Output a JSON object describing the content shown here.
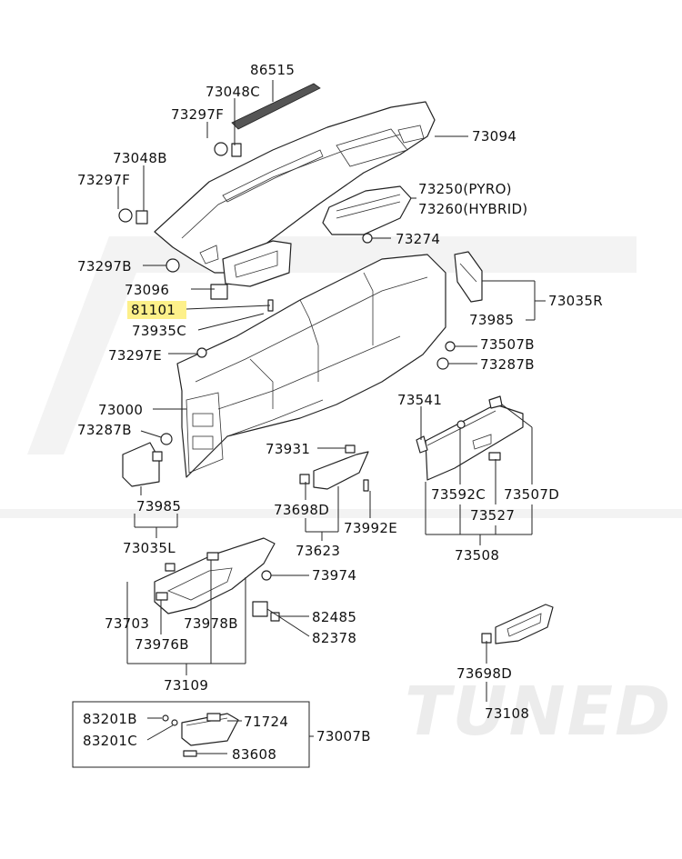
{
  "watermark": {
    "text": "TUNED"
  },
  "colors": {
    "highlight": "#fdf08a",
    "line": "#222222",
    "watermark": "#ececec"
  },
  "labels": {
    "p86515": "86515",
    "p73048C": "73048C",
    "p73297F_top": "73297F",
    "p73094": "73094",
    "p73048B": "73048B",
    "p73297F_left": "73297F",
    "p73250": "73250(PYRO)",
    "p73260": "73260(HYBRID)",
    "p73274": "73274",
    "p73297B": "73297B",
    "p73096": "73096",
    "p81101": "81101",
    "p73935C": "73935C",
    "p73035R": "73035R",
    "p73985_right": "73985",
    "p73507B": "73507B",
    "p73297E": "73297E",
    "p73287B_right": "73287B",
    "p73000": "73000",
    "p73541": "73541",
    "p73287B_left": "73287B",
    "p73931": "73931",
    "p73592C": "73592C",
    "p73507D": "73507D",
    "p73698D_mid": "73698D",
    "p73992E": "73992E",
    "p73527": "73527",
    "p73985_left": "73985",
    "p73623": "73623",
    "p73508": "73508",
    "p73035L": "73035L",
    "p73974": "73974",
    "p82485": "82485",
    "p73703": "73703",
    "p73978B": "73978B",
    "p82378": "82378",
    "p73976B": "73976B",
    "p73698D_right": "73698D",
    "p73109": "73109",
    "p73108": "73108",
    "p83201B": "83201B",
    "p71724": "71724",
    "p73007B": "73007B",
    "p83201C": "83201C",
    "p83608": "83608"
  }
}
